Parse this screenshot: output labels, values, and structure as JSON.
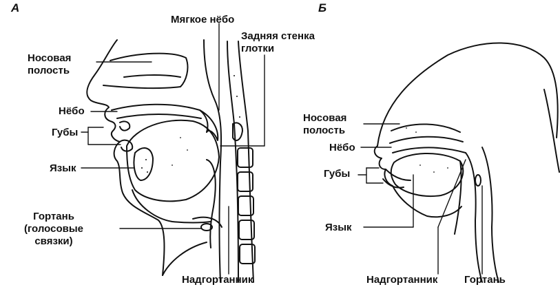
{
  "panels": {
    "a": {
      "letter": "А",
      "labels": {
        "soft_palate": "Мягкое нёбо",
        "pharynx_wall_1": "Задняя стенка",
        "pharynx_wall_2": "глотки",
        "nasal_1": "Носовая",
        "nasal_2": "полость",
        "palate": "Нёбо",
        "lips": "Губы",
        "tongue": "Язык",
        "larynx_1": "Гортань",
        "larynx_2": "(голосовые",
        "larynx_3": "связки)",
        "epiglottis": "Надгортанник"
      }
    },
    "b": {
      "letter": "Б",
      "labels": {
        "nasal_1": "Носовая",
        "nasal_2": "полость",
        "palate": "Нёбо",
        "lips": "Губы",
        "tongue": "Язык",
        "epiglottis": "Надгортанник",
        "larynx": "Гортань"
      }
    }
  }
}
